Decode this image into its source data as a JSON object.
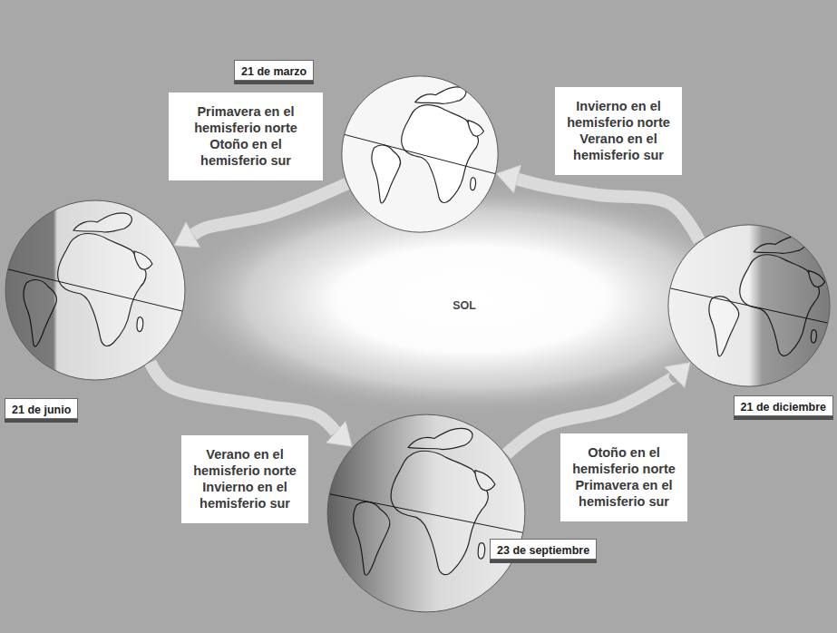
{
  "diagram": {
    "nodes": [
      {
        "text": [
          "Primavera en el hemisferio norte",
          "Otoño en el hemisferio sur"
        ]
      },
      {
        "text": [
          "21 de marzo"
        ]
      },
      {
        "text": [
          "Invierno en el hemisferio norte",
          "Verano en el hemisferio sur"
        ]
      },
      {
        "text": [
          "21 de junio"
        ]
      },
      {
        "text": [
          "21 de diciembre"
        ]
      },
      {
        "text": [
          "Verano en el hemisferio norte",
          "Invierno en el hemisferio sur"
        ]
      },
      {
        "text": [
          "23 de septiembre"
        ]
      },
      {
        "text": [
          "Otoño en el hemisferio norte",
          "Primavera en el hemisferio sur"
        ]
      }
    ],
    "edges": [
      {
        "from": 1,
        "to": 3,
        "arrow": "to"
      },
      {
        "from": 3,
        "to": 6,
        "arrow": "to"
      },
      {
        "from": 6,
        "to": 4,
        "arrow": "to"
      },
      {
        "from": 4,
        "to": 1,
        "arrow": "to"
      }
    ],
    "labels": [
      "SOL"
    ]
  }
}
